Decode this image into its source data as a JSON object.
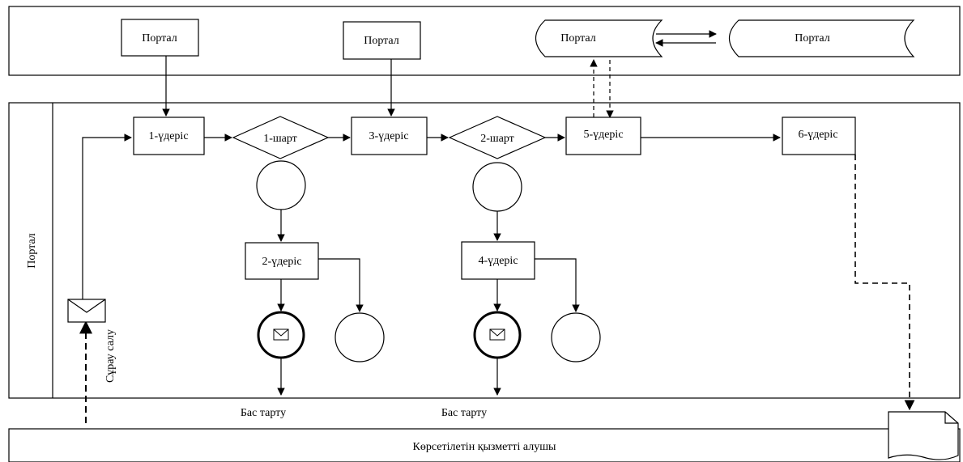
{
  "lanes": {
    "middle_label": "Портал",
    "bottom_label": "Көрсетілетін қызметті алушы"
  },
  "top": {
    "portal_1": "Портал",
    "portal_2": "Портал",
    "portal_3": "Портал",
    "portal_4": "Портал"
  },
  "process": {
    "step_1": "1-үдеріс",
    "cond_1": "1-шарт",
    "step_3": "3-үдеріс",
    "cond_2": "2-шарт",
    "step_5": "5-үдеріс",
    "step_6": "6-үдеріс",
    "step_2": "2-үдеріс",
    "step_4": "4-үдеріс"
  },
  "outcomes": {
    "reject_1": "Бас тарту",
    "reject_2": "Бас тарту"
  },
  "request": {
    "label": "Сұрау салу"
  }
}
